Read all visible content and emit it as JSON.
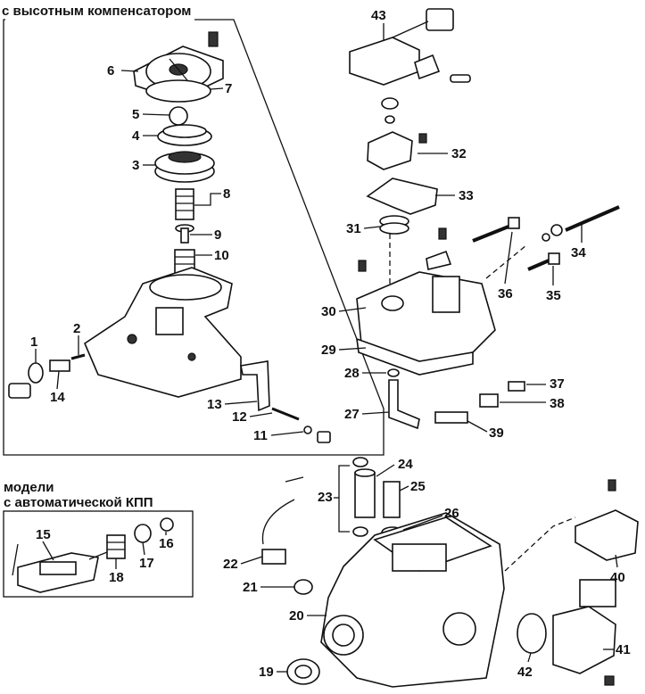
{
  "captions": {
    "altitude_compensator": "с высотным компенсатором",
    "automatic_line1": "модели",
    "automatic_line2": "с автоматической КПП"
  },
  "callouts": [
    "1",
    "2",
    "3",
    "4",
    "5",
    "6",
    "7",
    "8",
    "9",
    "10",
    "11",
    "12",
    "13",
    "14",
    "15",
    "16",
    "17",
    "18",
    "19",
    "20",
    "21",
    "22",
    "23",
    "24",
    "25",
    "26",
    "27",
    "28",
    "29",
    "30",
    "31",
    "32",
    "33",
    "34",
    "35",
    "36",
    "37",
    "38",
    "39",
    "40",
    "41",
    "42",
    "43"
  ]
}
